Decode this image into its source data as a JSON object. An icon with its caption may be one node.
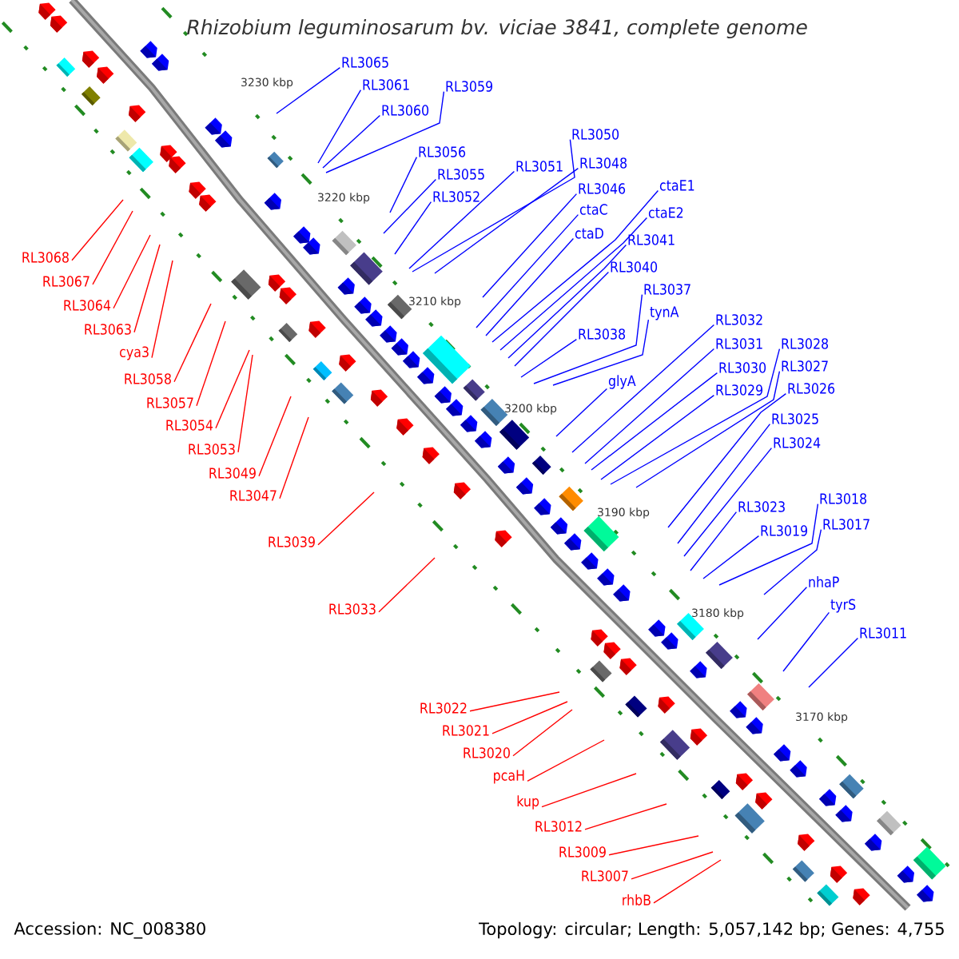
{
  "diagram": {
    "title": "Rhizobium leguminosarum bv. viciae 3841, complete genome",
    "nodes": [
      {
        "text": [
          "RL3065"
        ]
      },
      {
        "text": [
          "RL3061"
        ]
      },
      {
        "text": [
          "RL3059"
        ]
      },
      {
        "text": [
          "RL3060"
        ]
      },
      {
        "text": [
          "RL3056"
        ]
      },
      {
        "text": [
          "RL3055"
        ]
      },
      {
        "text": [
          "RL3052"
        ]
      },
      {
        "text": [
          "RL3051"
        ]
      },
      {
        "text": [
          "RL3050"
        ]
      },
      {
        "text": [
          "RL3048"
        ]
      },
      {
        "text": [
          "RL3046"
        ]
      },
      {
        "text": [
          "ctaC"
        ]
      },
      {
        "text": [
          "ctaD"
        ]
      },
      {
        "text": [
          "ctaE1"
        ]
      },
      {
        "text": [
          "ctaE2"
        ]
      },
      {
        "text": [
          "RL3041"
        ]
      },
      {
        "text": [
          "RL3040"
        ]
      },
      {
        "text": [
          "RL3037"
        ]
      },
      {
        "text": [
          "tynA"
        ]
      },
      {
        "text": [
          "RL3038"
        ]
      },
      {
        "text": [
          "glyA"
        ]
      },
      {
        "text": [
          "RL3032"
        ]
      },
      {
        "text": [
          "RL3031"
        ]
      },
      {
        "text": [
          "RL3030"
        ]
      },
      {
        "text": [
          "RL3029"
        ]
      },
      {
        "text": [
          "RL3028"
        ]
      },
      {
        "text": [
          "RL3027"
        ]
      },
      {
        "text": [
          "RL3026"
        ]
      },
      {
        "text": [
          "RL3025"
        ]
      },
      {
        "text": [
          "RL3024"
        ]
      },
      {
        "text": [
          "RL3023"
        ]
      },
      {
        "text": [
          "RL3019"
        ]
      },
      {
        "text": [
          "RL3018"
        ]
      },
      {
        "text": [
          "RL3017"
        ]
      },
      {
        "text": [
          "nhaP"
        ]
      },
      {
        "text": [
          "tyrS"
        ]
      },
      {
        "text": [
          "RL3011"
        ]
      },
      {
        "text": [
          "RL3068"
        ]
      },
      {
        "text": [
          "RL3067"
        ]
      },
      {
        "text": [
          "RL3064"
        ]
      },
      {
        "text": [
          "RL3063"
        ]
      },
      {
        "text": [
          "cya3"
        ]
      },
      {
        "text": [
          "RL3058"
        ]
      },
      {
        "text": [
          "RL3057"
        ]
      },
      {
        "text": [
          "RL3054"
        ]
      },
      {
        "text": [
          "RL3053"
        ]
      },
      {
        "text": [
          "RL3049"
        ]
      },
      {
        "text": [
          "RL3047"
        ]
      },
      {
        "text": [
          "RL3039"
        ]
      },
      {
        "text": [
          "RL3033"
        ]
      },
      {
        "text": [
          "RL3022"
        ]
      },
      {
        "text": [
          "RL3021"
        ]
      },
      {
        "text": [
          "RL3020"
        ]
      },
      {
        "text": [
          "pcaH"
        ]
      },
      {
        "text": [
          "kup"
        ]
      },
      {
        "text": [
          "RL3012"
        ]
      },
      {
        "text": [
          "RL3009"
        ]
      },
      {
        "text": [
          "RL3007"
        ]
      },
      {
        "text": [
          "rhbB"
        ]
      }
    ],
    "edges": [
      {
        "from": 0,
        "to": null,
        "arrow": "none"
      },
      {
        "from": 1,
        "to": null,
        "arrow": "none"
      },
      {
        "from": 2,
        "to": null,
        "arrow": "none"
      },
      {
        "from": 3,
        "to": null,
        "arrow": "none"
      },
      {
        "from": 4,
        "to": null,
        "arrow": "none"
      },
      {
        "from": 5,
        "to": null,
        "arrow": "none"
      },
      {
        "from": 6,
        "to": null,
        "arrow": "none"
      },
      {
        "from": 7,
        "to": null,
        "arrow": "none"
      },
      {
        "from": 8,
        "to": null,
        "arrow": "none"
      },
      {
        "from": 9,
        "to": null,
        "arrow": "none"
      },
      {
        "from": 10,
        "to": null,
        "arrow": "none"
      },
      {
        "from": 11,
        "to": null,
        "arrow": "none"
      },
      {
        "from": 12,
        "to": null,
        "arrow": "none"
      },
      {
        "from": 13,
        "to": null,
        "arrow": "none"
      },
      {
        "from": 14,
        "to": null,
        "arrow": "none"
      },
      {
        "from": 15,
        "to": null,
        "arrow": "none"
      },
      {
        "from": 16,
        "to": null,
        "arrow": "none"
      },
      {
        "from": 17,
        "to": null,
        "arrow": "none"
      },
      {
        "from": 18,
        "to": null,
        "arrow": "none"
      },
      {
        "from": 19,
        "to": null,
        "arrow": "none"
      },
      {
        "from": 20,
        "to": null,
        "arrow": "none"
      },
      {
        "from": 21,
        "to": null,
        "arrow": "none"
      },
      {
        "from": 22,
        "to": null,
        "arrow": "none"
      },
      {
        "from": 23,
        "to": null,
        "arrow": "none"
      },
      {
        "from": 24,
        "to": null,
        "arrow": "none"
      },
      {
        "from": 25,
        "to": null,
        "arrow": "none"
      },
      {
        "from": 26,
        "to": null,
        "arrow": "none"
      },
      {
        "from": 27,
        "to": null,
        "arrow": "none"
      },
      {
        "from": 28,
        "to": null,
        "arrow": "none"
      },
      {
        "from": 29,
        "to": null,
        "arrow": "none"
      },
      {
        "from": 30,
        "to": null,
        "arrow": "none"
      },
      {
        "from": 31,
        "to": null,
        "arrow": "none"
      },
      {
        "from": 32,
        "to": null,
        "arrow": "none"
      },
      {
        "from": 33,
        "to": null,
        "arrow": "none"
      },
      {
        "from": 34,
        "to": null,
        "arrow": "none"
      },
      {
        "from": 35,
        "to": null,
        "arrow": "none"
      },
      {
        "from": 36,
        "to": null,
        "arrow": "none"
      },
      {
        "from": 37,
        "to": null,
        "arrow": "none",
        "color": "#ff0000"
      },
      {
        "from": 38,
        "to": null,
        "arrow": "none",
        "color": "#ff0000"
      },
      {
        "from": 39,
        "to": null,
        "arrow": "none",
        "color": "#ff0000"
      },
      {
        "from": 40,
        "to": null,
        "arrow": "none",
        "color": "#ff0000"
      },
      {
        "from": 41,
        "to": null,
        "arrow": "none",
        "color": "#ff0000"
      },
      {
        "from": 42,
        "to": null,
        "arrow": "none",
        "color": "#ff0000"
      },
      {
        "from": 43,
        "to": null,
        "arrow": "none",
        "color": "#ff0000"
      },
      {
        "from": 44,
        "to": null,
        "arrow": "none",
        "color": "#ff0000"
      },
      {
        "from": 45,
        "to": null,
        "arrow": "none",
        "color": "#ff0000"
      },
      {
        "from": 46,
        "to": null,
        "arrow": "none",
        "color": "#ff0000"
      },
      {
        "from": 47,
        "to": null,
        "arrow": "none",
        "color": "#ff0000"
      },
      {
        "from": 48,
        "to": null,
        "arrow": "none",
        "color": "#ff0000"
      },
      {
        "from": 49,
        "to": null,
        "arrow": "none",
        "color": "#ff0000"
      },
      {
        "from": 50,
        "to": null,
        "arrow": "none",
        "color": "#ff0000"
      },
      {
        "from": 51,
        "to": null,
        "arrow": "none",
        "color": "#ff0000"
      },
      {
        "from": 52,
        "to": null,
        "arrow": "none",
        "color": "#ff0000"
      },
      {
        "from": 53,
        "to": null,
        "arrow": "none",
        "color": "#ff0000"
      },
      {
        "from": 54,
        "to": null,
        "arrow": "none",
        "color": "#ff0000"
      },
      {
        "from": 55,
        "to": null,
        "arrow": "none",
        "color": "#ff0000"
      },
      {
        "from": 56,
        "to": null,
        "arrow": "none",
        "color": "#ff0000"
      },
      {
        "from": 57,
        "to": null,
        "arrow": "none",
        "color": "#ff0000"
      },
      {
        "from": 58,
        "to": null,
        "arrow": "none",
        "color": "#ff0000"
      }
    ],
    "labels": [
      "3230 kbp",
      "3220 kbp",
      "3210 kbp",
      "3200 kbp",
      "3190 kbp",
      "3180 kbp",
      "3170 kbp",
      "Accession: NC_008380",
      "Topology: circular; Length: 5,057,142 bp; Genes: 4,755"
    ]
  }
}
